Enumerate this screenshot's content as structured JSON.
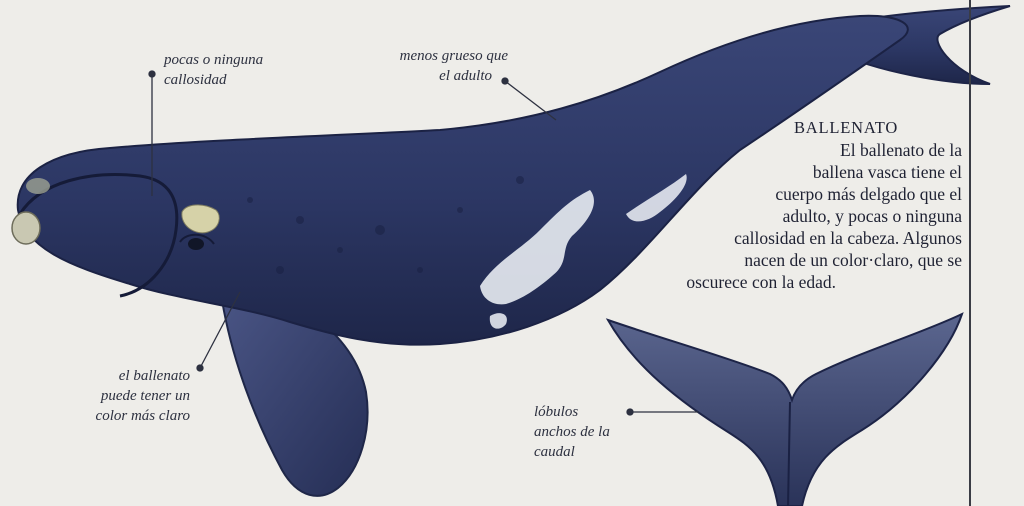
{
  "labels": {
    "callosity": [
      "pocas o ninguna",
      "callosidad"
    ],
    "thinner": [
      "menos grueso que",
      "el adulto"
    ],
    "lighter": [
      "el ballenato",
      "puede tener un",
      "color más claro"
    ],
    "fluke": [
      "lóbulos",
      "anchos de la",
      "caudal"
    ]
  },
  "sidebar": {
    "title": "BALLENATO",
    "lines": [
      "El ballenato de la",
      "ballena vasca tiene el",
      "cuerpo más delgado que el",
      "adulto, y pocas o ninguna",
      "callosidad en la cabeza. Algunos",
      "nacen de un color·claro, que se",
      "oscurece con la edad."
    ]
  },
  "colors": {
    "whale_body": "#2f3a66",
    "whale_dark": "#1c2446",
    "pale_patch": "#e4e8ef",
    "callosity": "#d6d2a8"
  }
}
